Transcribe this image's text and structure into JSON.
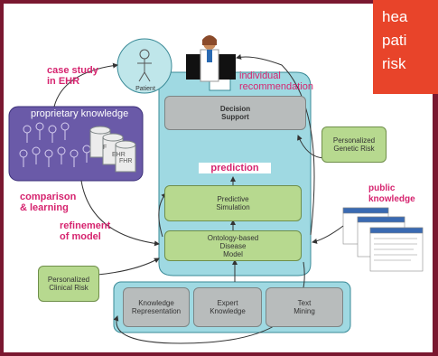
{
  "header_box": {
    "lines": [
      "hea",
      "pati",
      "risk"
    ]
  },
  "labels": {
    "case_study": [
      "case study",
      "in EHR"
    ],
    "individual_rec": [
      "individual",
      "recommendation"
    ],
    "proprietary": "proprietary knowledge",
    "prediction": "prediction",
    "comparison": [
      "comparison",
      "& learning"
    ],
    "refinement": [
      "refinement",
      "of model"
    ],
    "public_knowledge": [
      "public",
      "knowledge"
    ]
  },
  "nodes": {
    "patient": "Patient",
    "decision_support": [
      "Decision",
      "Support"
    ],
    "predictive_simulation": [
      "Predictive",
      "Simulation"
    ],
    "ontology_model": [
      "Ontology-based",
      "Disease",
      "Model"
    ],
    "personalized_genetic": [
      "Personalized",
      "Genetic Risk"
    ],
    "personalized_clinical": [
      "Personalized",
      "Clinical Risk"
    ],
    "knowledge_representation": [
      "Knowledge",
      "Representation"
    ],
    "expert_knowledge": [
      "Expert",
      "Knowledge"
    ],
    "text_mining": [
      "Text",
      "Mining"
    ],
    "ehr": "EHR",
    "fhr": "FHR",
    "f_label": "F"
  }
}
